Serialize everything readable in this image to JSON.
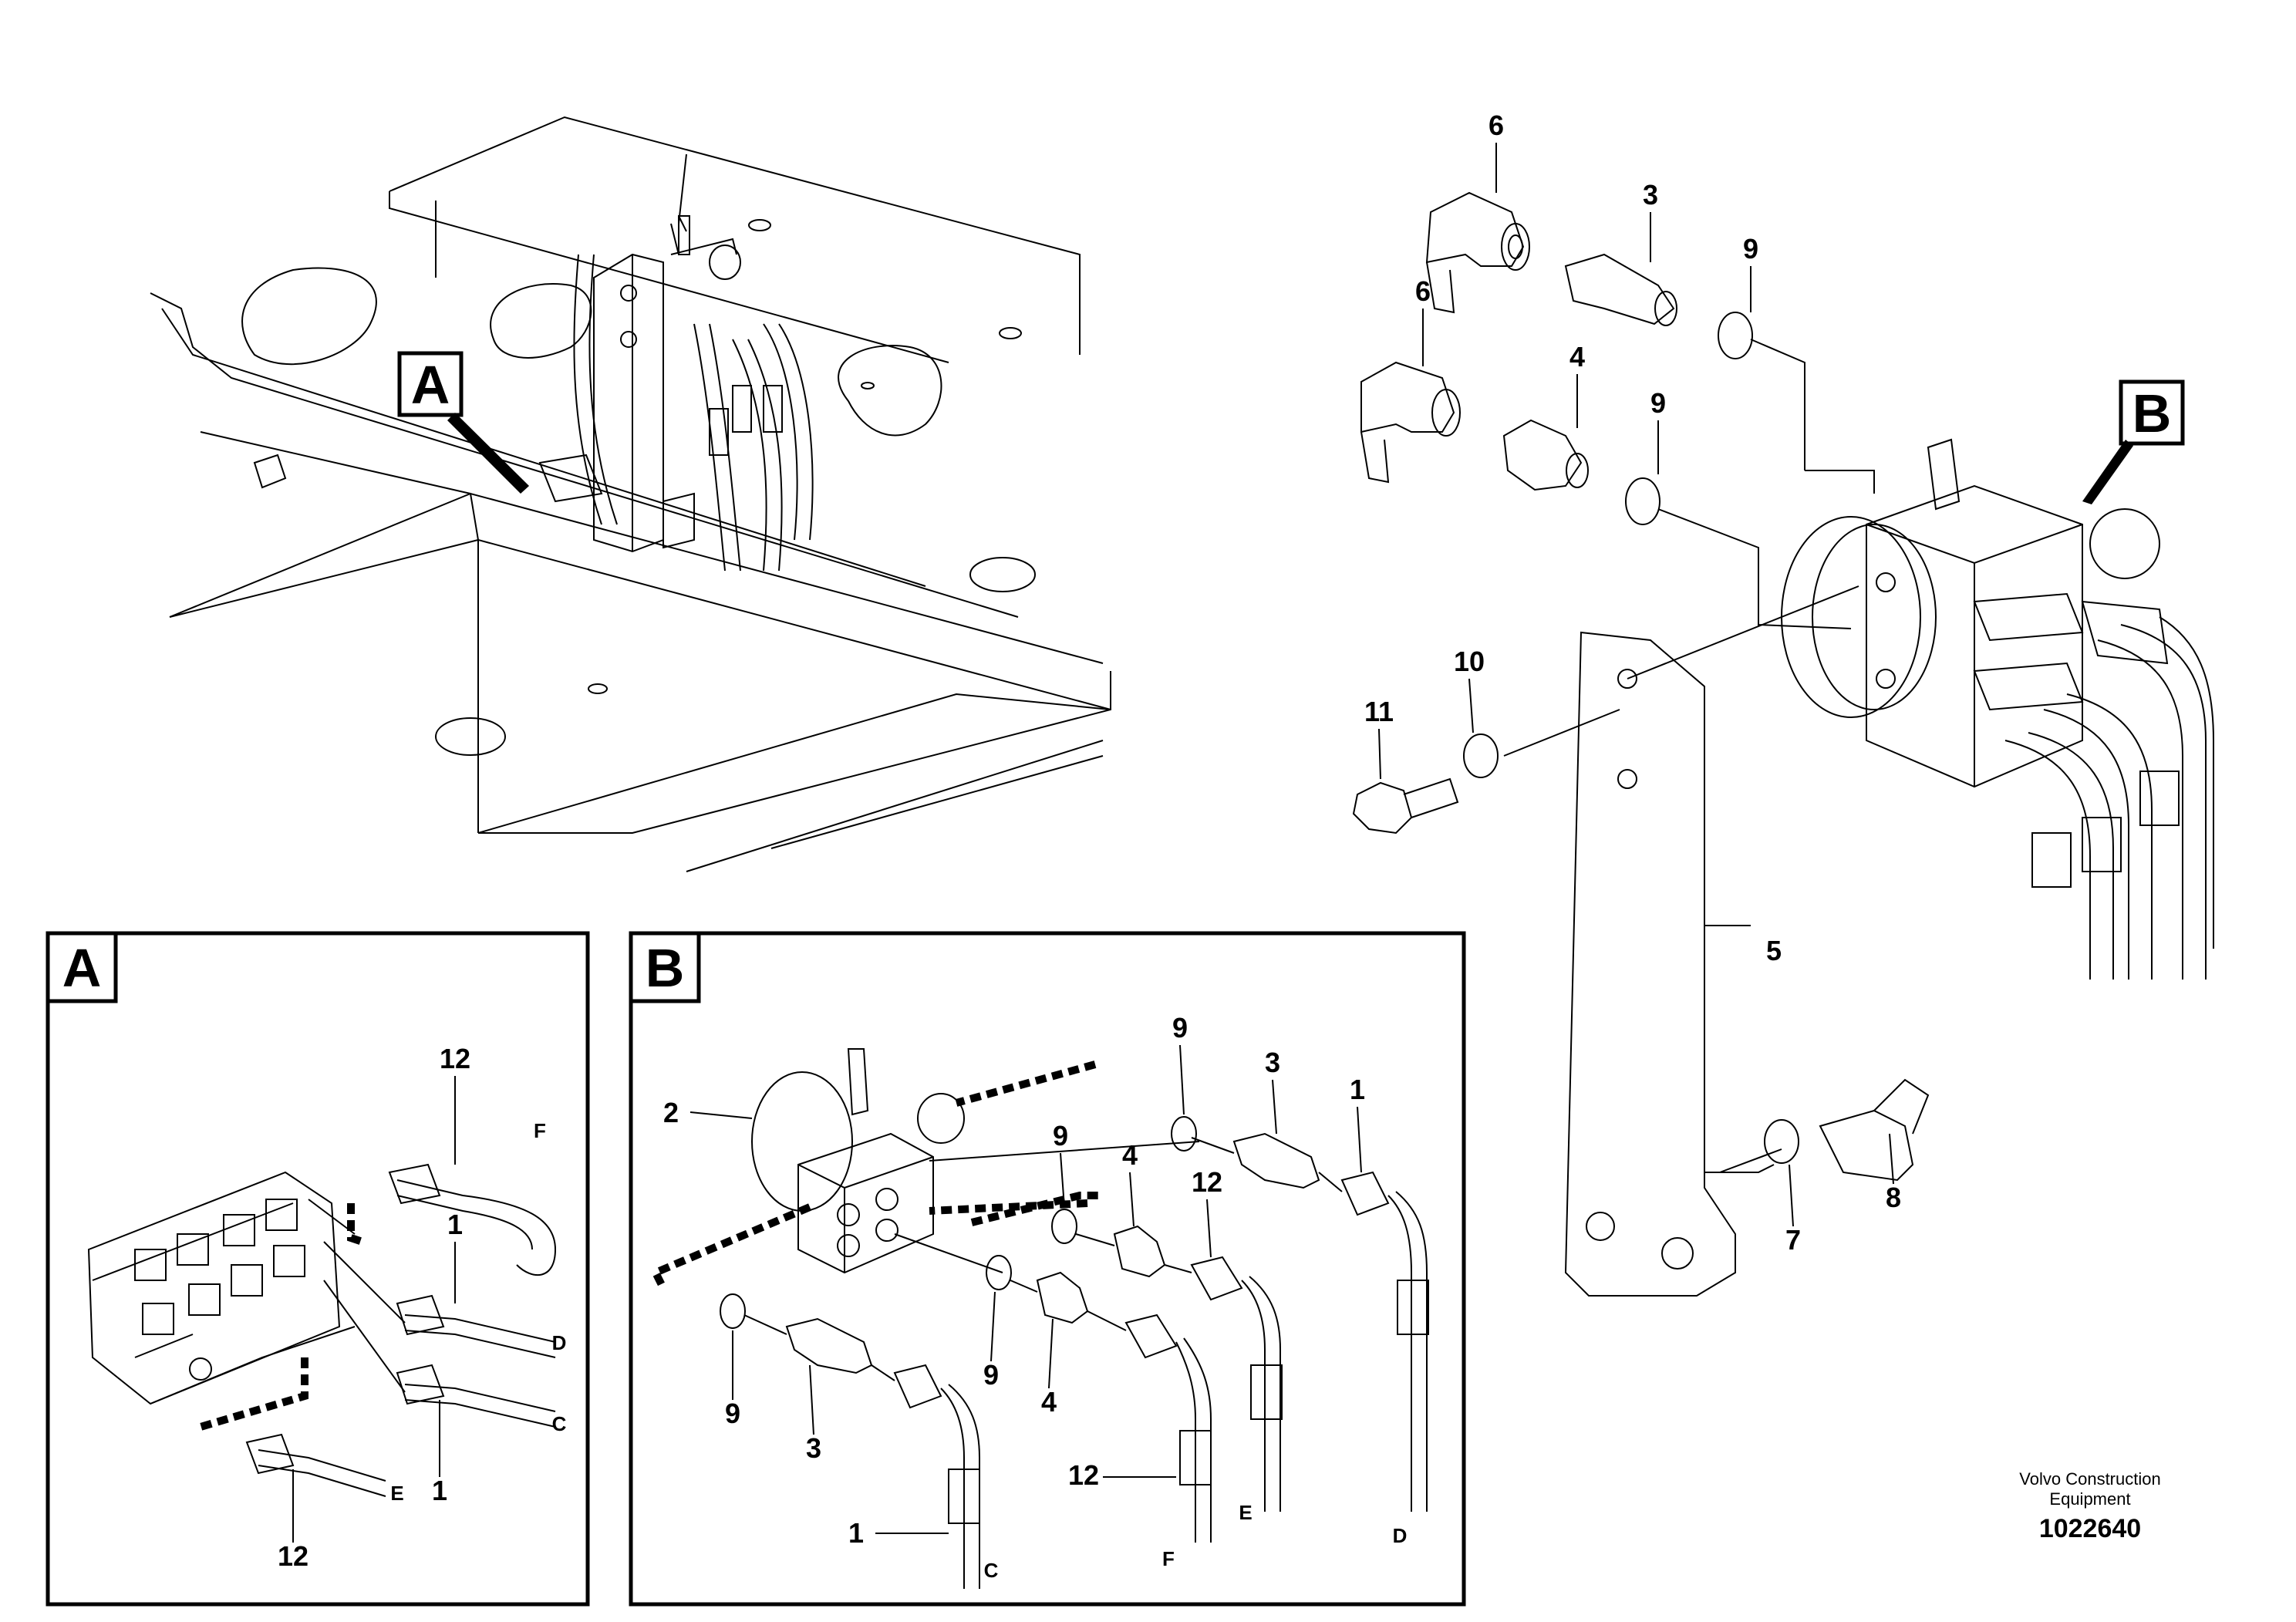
{
  "callouts": {
    "A": "A",
    "B": "B"
  },
  "detail_a": {
    "title": "A",
    "labels": {
      "part_12_top": "12",
      "part_1_mid": "1",
      "part_1_low": "1",
      "part_12_bottom": "12",
      "hose_f": "F",
      "hose_d": "D",
      "hose_c": "C",
      "hose_e": "E"
    }
  },
  "detail_b": {
    "title": "B",
    "labels": {
      "part_2": "2",
      "part_9_top": "9",
      "part_3_top": "3",
      "part_1_top": "1",
      "part_9_mid": "9",
      "part_4_mid": "4",
      "part_12_mid": "12",
      "part_9_left": "9",
      "part_9_center": "9",
      "part_4_low": "4",
      "part_3_low": "3",
      "part_12_low": "12",
      "part_1_low": "1",
      "hose_d": "D",
      "hose_e": "E",
      "hose_f": "F",
      "hose_c": "C"
    }
  },
  "exploded": {
    "labels": {
      "part_6_top": "6",
      "part_3": "3",
      "part_9_top": "9",
      "part_6_low": "6",
      "part_4": "4",
      "part_9_low": "9",
      "part_10": "10",
      "part_11": "11",
      "part_5": "5",
      "part_7": "7",
      "part_8": "8"
    }
  },
  "footer": {
    "brand_line1": "Volvo Construction",
    "brand_line2": "Equipment",
    "drawing_number": "1022640"
  }
}
